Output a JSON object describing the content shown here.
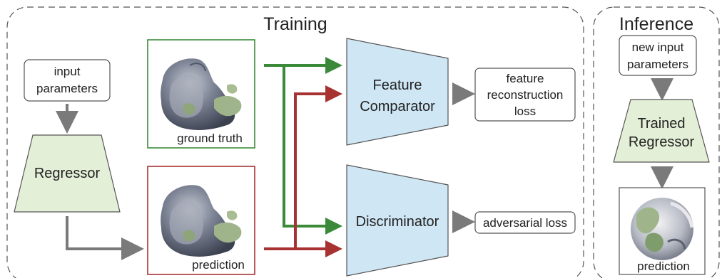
{
  "training": {
    "title": "Training",
    "input_line1": "input",
    "input_line2": "parameters",
    "regressor": "Regressor",
    "ground_truth": "ground truth",
    "prediction": "prediction",
    "comparator_line1": "Feature",
    "comparator_line2": "Comparator",
    "discriminator": "Discriminator",
    "feature_loss_line1": "feature",
    "feature_loss_line2": "reconstruction",
    "feature_loss_line3": "loss",
    "adversarial_loss": "adversarial loss"
  },
  "inference": {
    "title": "Inference",
    "input_line1": "new input",
    "input_line2": "parameters",
    "regressor_line1": "Trained",
    "regressor_line2": "Regressor",
    "prediction": "prediction"
  },
  "colors": {
    "ground_truth_green": "#3a8a3a",
    "prediction_red": "#a83232",
    "regressor_fill": "#e4efd8",
    "network_fill": "#cfe6f4",
    "gray_arrow": "#7a7a7a"
  }
}
